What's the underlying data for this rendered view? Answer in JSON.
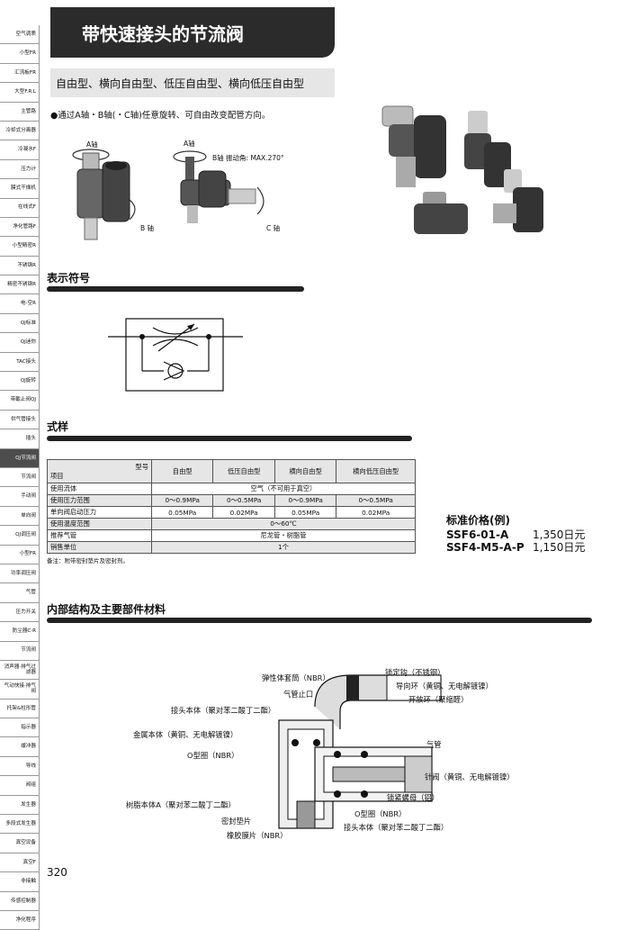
{
  "sidebar": [
    "空气调质",
    "小型FR",
    "汇流板FR",
    "大型F.R.L",
    "主管路",
    "冷却式分离器",
    "冷凝水F",
    "压力计",
    "膜式干燥机",
    "在线式F",
    "净化管路F",
    "小型精密R",
    "不锈钢R",
    "精密不锈钢R",
    "电-空R",
    "QJ标准",
    "QJ迷你",
    "TAC接头",
    "QJ旋转",
    "带截止阀QJ",
    "供气管接头",
    "插头",
    "QJ节流阀",
    "节流阀",
    "手动阀",
    "单向阀",
    "QJ调压阀",
    "小型FR",
    "功率调压阀",
    "气管",
    "压力开关",
    "防尘器C·R",
    "节流阀",
    "消声器·排气过滤器",
    "气动快接·排气阀",
    "托架&柱形管",
    "指示器",
    "缓冲器",
    "导线",
    "阀组",
    "发生器",
    "多段式发生器",
    "真空设备",
    "真空F",
    "非接触",
    "传感控制器",
    "净化程序"
  ],
  "sidebar_active": 22,
  "title": "带快速接头的节流阀",
  "subtitle": "自由型、横向自由型、低压自由型、横向低压自由型",
  "rotate_note": "●通过A轴・B轴(・C轴)任意旋转、可自由改变配管方向。",
  "diagram_labels": {
    "a_axis_1": "A轴",
    "b_axis_1": "B 轴",
    "a_axis_2": "A轴",
    "b_axis_angle": "B轴 振动角: MAX.270°",
    "c_axis": "C 轴"
  },
  "sections": {
    "symbol": "表示符号",
    "spec": "式样",
    "structure": "内部结构及主要部件材料"
  },
  "spec_table": {
    "corner_top": "型号",
    "corner_bottom": "项目",
    "columns": [
      "自由型",
      "低压自由型",
      "横向自由型",
      "横向低压自由型"
    ],
    "rows": [
      {
        "label": "使用流体",
        "span": "空气（不可用于真空）"
      },
      {
        "label": "使用压力范围",
        "cells": [
          "0～0.9MPa",
          "0～0.5MPa",
          "0～0.9MPa",
          "0～0.5MPa"
        ]
      },
      {
        "label": "单向阀启动压力",
        "cells": [
          "0.05MPa",
          "0.02MPa",
          "0.05MPa",
          "0.02MPa"
        ]
      },
      {
        "label": "使用温度范围",
        "span": "0～60℃"
      },
      {
        "label": "推荐气管",
        "span": "尼龙管・树脂管"
      },
      {
        "label": "销售单位",
        "span": "1个"
      }
    ],
    "remark": "备注：附带密封垫片及密封剂。"
  },
  "price": {
    "title": "标准价格(例)",
    "items": [
      {
        "model": "SSF6-01-A",
        "price": "1,350日元"
      },
      {
        "model": "SSF4-M5-A-P",
        "price": "1,150日元"
      }
    ]
  },
  "structure_labels": {
    "lock_ring": "锁定钩（不锈钢）",
    "elastic": "弹性体套筒（NBR）",
    "guide": "导向环（黄铜、无电解镀镍）",
    "stop": "气管止口",
    "release": "开放环（聚缩醛）",
    "joint_body_1": "接头本体（聚对苯二酸丁二酯）",
    "metal_body": "金属本体（黄铜、无电解镀镍）",
    "tube": "气管",
    "oring_1": "O型圈（NBR）",
    "needle": "针阀（黄铜、无电解镀镍）",
    "lock_nut": "锁紧螺母（铝）",
    "resin_body": "树脂本体A（聚对苯二酸丁二酯）",
    "oring_2": "O型圈（NBR）",
    "gasket": "密封垫片",
    "joint_body_2": "接头本体（聚对苯二酸丁二酯）",
    "rubber": "橡胶膜片（NBR）"
  },
  "page_number": "320"
}
